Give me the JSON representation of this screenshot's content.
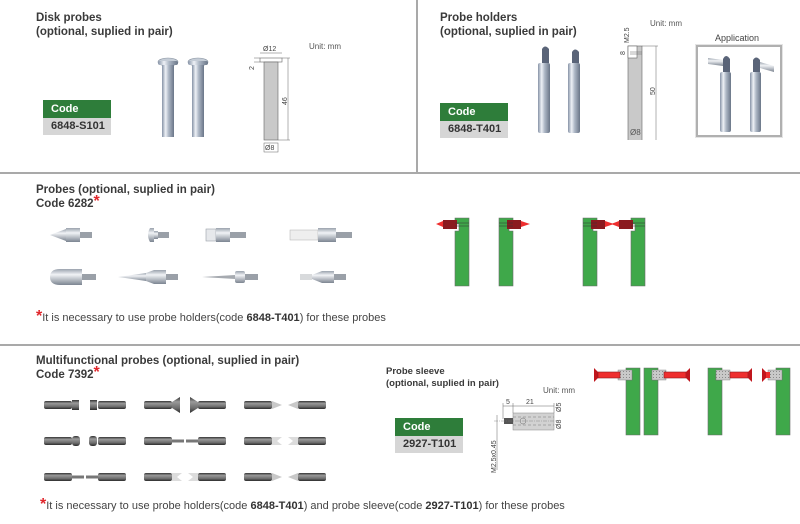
{
  "disk_probes": {
    "title": "Disk probes",
    "subtitle": "(optional, suplied in pair)",
    "unit": "Unit: mm",
    "code_label": "Code",
    "code": "6848-S101",
    "dims": {
      "head_diameter": "Ø12",
      "head_height": "2",
      "length": "46",
      "shaft_diameter": "Ø8"
    }
  },
  "probe_holders": {
    "title": "Probe holders",
    "subtitle": "(optional, suplied in pair)",
    "unit": "Unit: mm",
    "code_label": "Code",
    "code": "6848-T401",
    "application_label": "Application",
    "dims": {
      "thread": "M2.5",
      "slot_height": "8",
      "length": "50",
      "diameter": "Ø8"
    }
  },
  "probes": {
    "title": "Probes (optional, suplied in pair)",
    "code_line": "Code 6282",
    "asterisk": "*",
    "note_prefix": "It is necessary to use probe holders(code ",
    "note_code": "6848-T401",
    "note_suffix": ") for these probes",
    "colors": {
      "holder": "#3fa84a",
      "probe": "#c0161d",
      "tip": "#ef2e2e"
    }
  },
  "multifunctional": {
    "title": "Multifunctional probes (optional, suplied in pair)",
    "code_line": "Code 7392",
    "asterisk": "*",
    "note_prefix": "It is necessary to use probe holders(code ",
    "note_code1": "6848-T401",
    "note_mid": ") and probe sleeve(code ",
    "note_code2": "2927-T101",
    "note_suffix": ") for these probes"
  },
  "probe_sleeve": {
    "title": "Probe sleeve",
    "subtitle": "(optional, suplied in pair)",
    "unit": "Unit: mm",
    "code_label": "Code",
    "code": "2927-T101",
    "dims": {
      "thread_len": "5",
      "length": "21",
      "inner_diameter": "Ø5",
      "outer_diameter": "Ø8",
      "thread": "M2.5x0.45"
    }
  },
  "colors": {
    "code_header": "#2e7d3a",
    "code_value_bg": "#d6d6d6",
    "asterisk": "#e0262b",
    "separator": "#a9a9a9"
  }
}
